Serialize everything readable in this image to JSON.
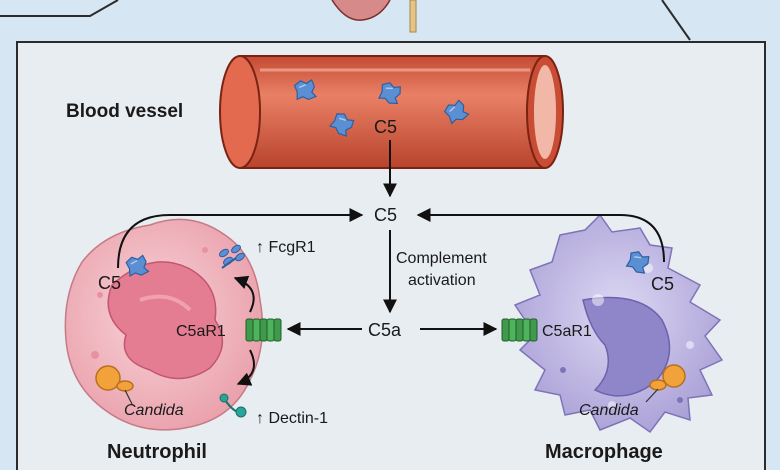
{
  "labels": {
    "blood_vessel": "Blood vessel",
    "c5_vessel": "C5",
    "c5_center": "C5",
    "c5_neutrophil": "C5",
    "c5_macrophage": "C5",
    "complement_line1": "Complement",
    "complement_line2": "activation",
    "c5a": "C5a",
    "c5ar1_neutrophil": "C5aR1",
    "c5ar1_macrophage": "C5aR1",
    "fcgr1": "↑ FcgR1",
    "dectin1": "↑ Dectin-1",
    "candida_neutrophil": "Candida",
    "candida_macrophage": "Candida",
    "neutrophil": "Neutrophil",
    "macrophage": "Macrophage"
  },
  "colors": {
    "background": "#d6e6f2",
    "panel": "#e9eef2",
    "vessel": "#e36a4f",
    "vessel_dark": "#b23a24",
    "neutrophil": "#f2b8c0",
    "neutrophil_nucleus": "#e57d92",
    "macrophage": "#bcb4e0",
    "macrophage_nucleus": "#8f85c9",
    "c5_protein": "#5b8fd4",
    "receptor": "#3f9a4c",
    "candida": "#f2a23a",
    "dectin": "#2aa39a"
  }
}
